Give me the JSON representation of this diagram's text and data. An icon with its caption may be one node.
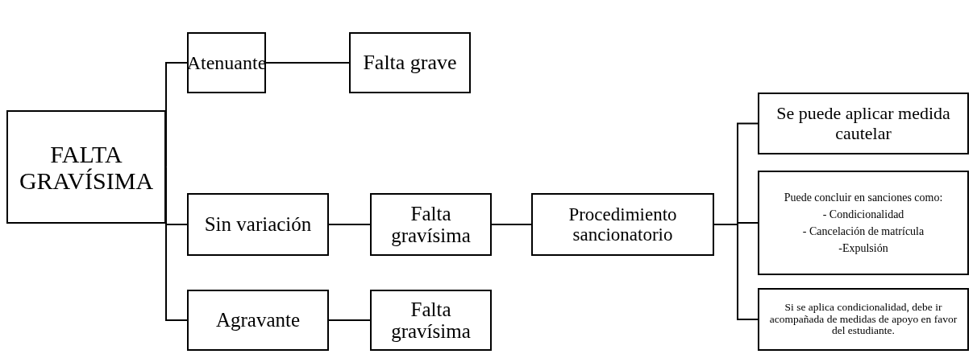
{
  "diagram": {
    "nodes": [
      {
        "text": [
          "FALTA GRAVÍSIMA"
        ]
      },
      {
        "text": [
          "Atenuante"
        ]
      },
      {
        "text": [
          "Falta grave"
        ]
      },
      {
        "text": [
          "Sin variación"
        ]
      },
      {
        "text": [
          "Falta gravísima"
        ]
      },
      {
        "text": [
          "Procedimiento sancionatorio"
        ]
      },
      {
        "text": [
          "Se puede aplicar medida cautelar"
        ]
      },
      {
        "text": [
          "Puede concluir en sanciones como:",
          "- Condicionalidad",
          "- Cancelación de matrícula",
          "-Expulsión"
        ]
      },
      {
        "text": [
          "Si se aplica condicionalidad, debe ir acompañada de medidas de apoyo en favor del estudiante."
        ]
      },
      {
        "text": [
          "Agravante"
        ]
      },
      {
        "text": [
          "Falta gravísima"
        ]
      }
    ],
    "edges": [
      {
        "from": 0,
        "to": 1,
        "arrow": "none"
      },
      {
        "from": 1,
        "to": 2,
        "arrow": "none"
      },
      {
        "from": 0,
        "to": 3,
        "arrow": "none"
      },
      {
        "from": 3,
        "to": 4,
        "arrow": "none"
      },
      {
        "from": 4,
        "to": 5,
        "arrow": "none"
      },
      {
        "from": 5,
        "to": 6,
        "arrow": "none"
      },
      {
        "from": 5,
        "to": 7,
        "arrow": "none"
      },
      {
        "from": 5,
        "to": 8,
        "arrow": "none"
      },
      {
        "from": 0,
        "to": 9,
        "arrow": "none"
      },
      {
        "from": 9,
        "to": 10,
        "arrow": "none"
      }
    ]
  }
}
